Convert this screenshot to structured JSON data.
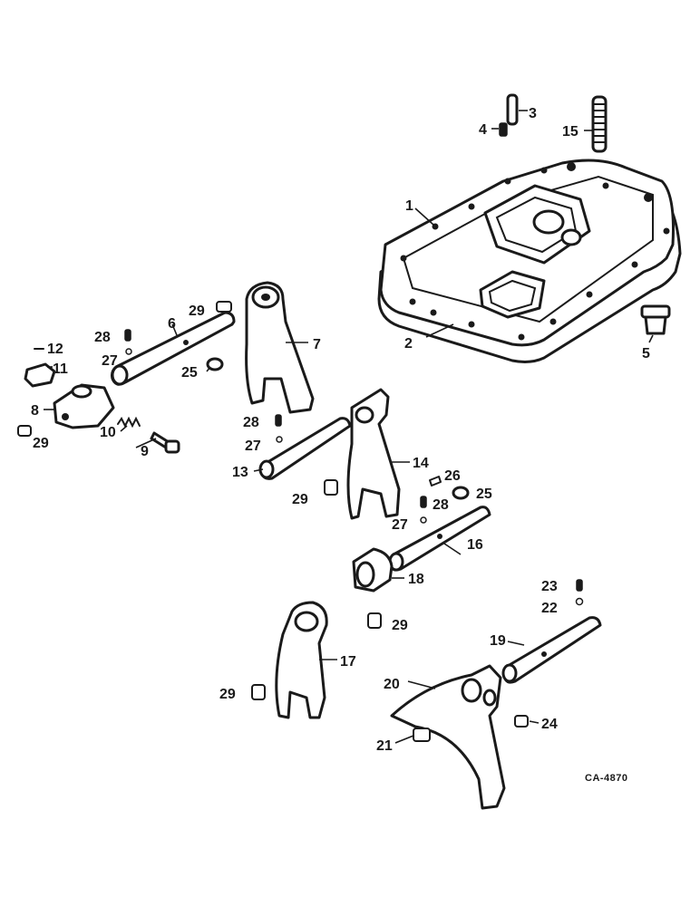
{
  "figure_ref": "CA-4870",
  "callouts": [
    "1",
    "2",
    "3",
    "4",
    "5",
    "6",
    "7",
    "8",
    "9",
    "10",
    "11",
    "12",
    "13",
    "14",
    "15",
    "16",
    "17",
    "18",
    "19",
    "20",
    "21",
    "22",
    "23",
    "24",
    "25",
    "25",
    "26",
    "27",
    "27",
    "27",
    "28",
    "28",
    "28",
    "29",
    "29",
    "29",
    "29",
    "29"
  ],
  "colors": {
    "ink": "#1a1a1a",
    "paper": "#ffffff"
  }
}
